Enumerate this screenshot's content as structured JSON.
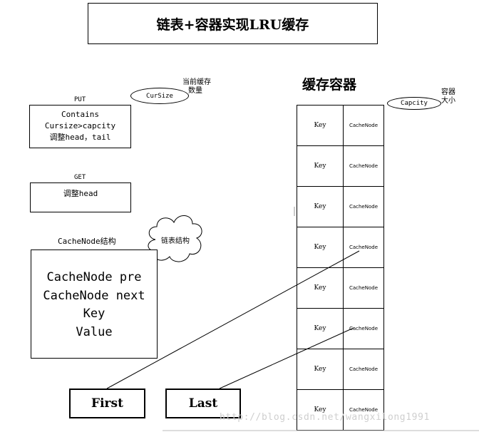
{
  "title": "链表+容器实现LRU缓存",
  "put": {
    "label": "PUT",
    "lines": [
      "Contains",
      "Cursize>capcity",
      "调整head，tail"
    ]
  },
  "get": {
    "label": "GET",
    "lines": [
      "调整head"
    ]
  },
  "cursize": {
    "ellipse": "CurSize",
    "note_lines": [
      "当前缓存",
      "数量"
    ]
  },
  "capacity": {
    "ellipse": "Capcity",
    "note_lines": [
      "容器",
      "大小"
    ]
  },
  "cachenode_struct": {
    "label": "CacheNode结构",
    "cloud": "链表结构",
    "fields": [
      "CacheNode pre",
      "CacheNode next",
      "Key",
      "Value"
    ]
  },
  "container": {
    "title": "缓存容器",
    "rows": [
      {
        "key": "Key",
        "node": "CacheNode"
      },
      {
        "key": "Key",
        "node": "CacheNode"
      },
      {
        "key": "Key",
        "node": "CacheNode"
      },
      {
        "key": "Key",
        "node": "CacheNode"
      },
      {
        "key": "Key",
        "node": "CacheNode"
      },
      {
        "key": "Key",
        "node": "CacheNode"
      },
      {
        "key": "Key",
        "node": "CacheNode"
      },
      {
        "key": "Key",
        "node": "CacheNode"
      }
    ]
  },
  "pointers": {
    "first": "First",
    "last": "Last"
  },
  "watermark": "http://blog.csdn.net/wangxilong1991"
}
